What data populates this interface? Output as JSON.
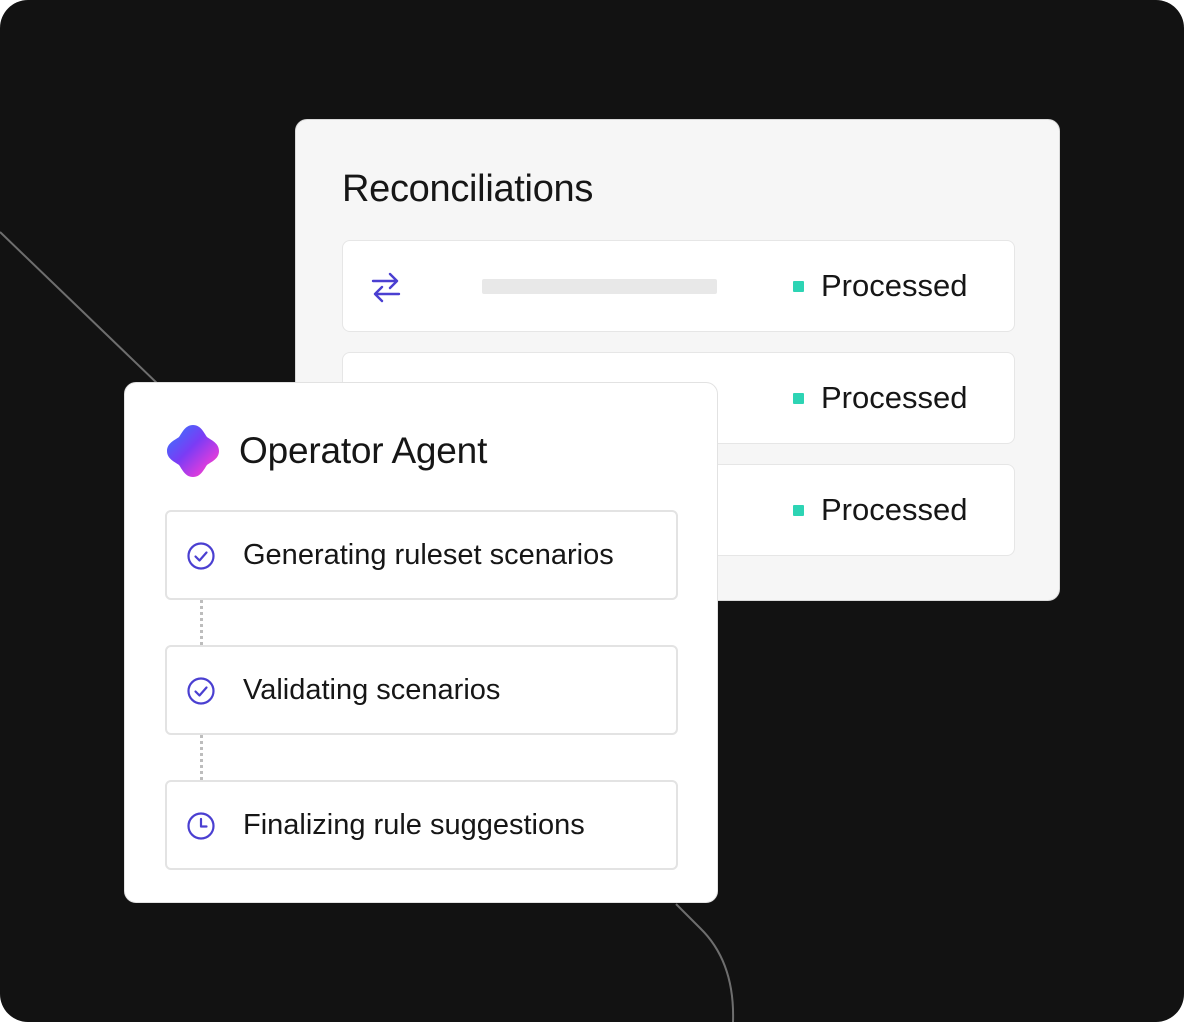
{
  "reconciliations": {
    "title": "Reconciliations",
    "rows": [
      {
        "icon": "swap-arrows-icon",
        "status": "Processed",
        "status_color": "#2dd4b4"
      },
      {
        "status": "Processed",
        "status_color": "#2dd4b4"
      },
      {
        "status": "Processed",
        "status_color": "#2dd4b4"
      }
    ]
  },
  "agent": {
    "title": "Operator Agent",
    "logo_icon": "gradient-sparkle-logo-icon",
    "steps": [
      {
        "label": "Generating ruleset scenarios",
        "icon": "check-circle-icon",
        "state": "done"
      },
      {
        "label": "Validating scenarios",
        "icon": "check-circle-icon",
        "state": "done"
      },
      {
        "label": "Finalizing rule suggestions",
        "icon": "clock-icon",
        "state": "in-progress"
      }
    ]
  },
  "colors": {
    "background": "#121212",
    "accent": "#4a3fd1",
    "status_processed": "#2dd4b4"
  }
}
